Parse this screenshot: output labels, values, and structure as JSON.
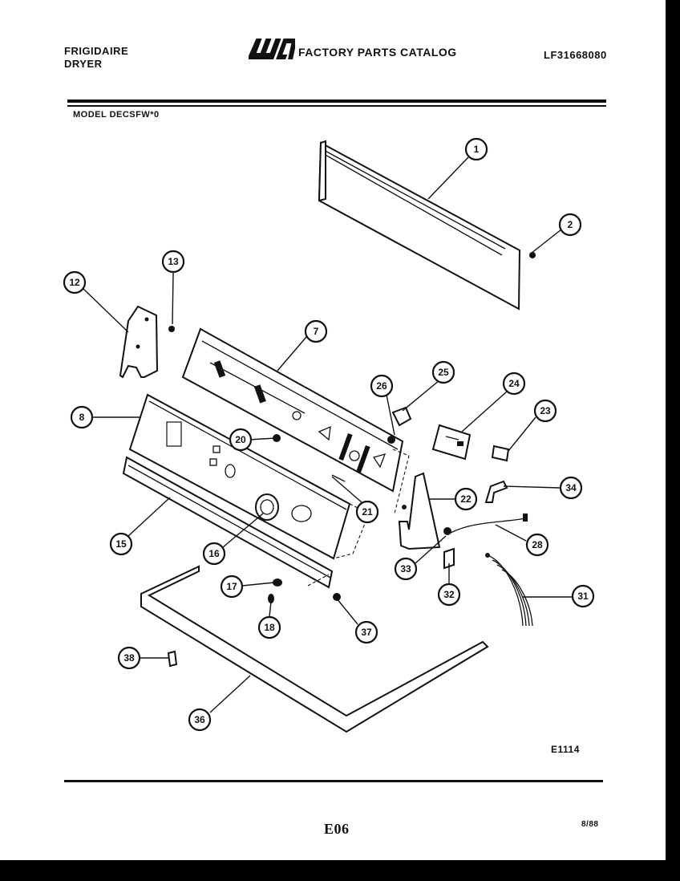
{
  "header": {
    "brand_line1": "FRIGIDAIRE",
    "brand_line2": "DRYER",
    "logo_text": "WCI",
    "catalog_title": "FACTORY PARTS CATALOG",
    "catalog_number": "LF31668080",
    "model": "MODEL DECSFW*0"
  },
  "figure": {
    "code": "E1114",
    "callouts": [
      "1",
      "2",
      "7",
      "8",
      "12",
      "13",
      "15",
      "16",
      "17",
      "18",
      "20",
      "21",
      "22",
      "23",
      "24",
      "25",
      "26",
      "28",
      "31",
      "32",
      "33",
      "34",
      "36",
      "37",
      "38"
    ]
  },
  "footer": {
    "page_code": "E06",
    "date": "8/88"
  }
}
